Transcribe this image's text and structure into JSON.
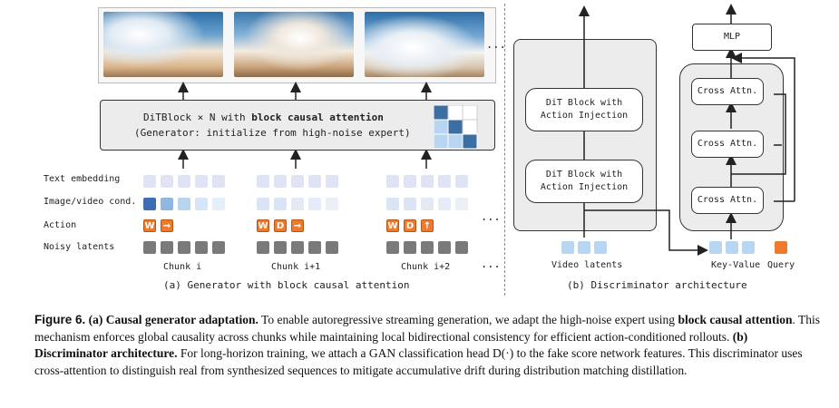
{
  "generator": {
    "block_text_prefix": "DiTBlock × N with ",
    "block_text_bold": "block causal attention",
    "block_subtext": "(Generator: initialize from high-noise expert)",
    "row_labels": [
      "Text embedding",
      "Image/video cond.",
      "Action",
      "Noisy latents"
    ],
    "chunks": [
      {
        "label": "Chunk i",
        "actions": [
          "W",
          "→"
        ]
      },
      {
        "label": "Chunk i+1",
        "actions": [
          "W",
          "D",
          "→"
        ]
      },
      {
        "label": "Chunk i+2",
        "actions": [
          "W",
          "D",
          "↑"
        ]
      }
    ],
    "ellipsis": "...",
    "subcaption": "(a) Generator with block causal attention"
  },
  "discriminator": {
    "dit_block_label": "DiT Block with\nAction Injection",
    "cross_attn_label": "Cross Attn.",
    "mlp_label": "MLP",
    "video_latents_label": "Video latents",
    "key_value_label": "Key-Value",
    "query_label": "Query",
    "subcaption": "(b) Discriminator architecture"
  },
  "caption": {
    "figure_label": "Figure 6.",
    "part_a_title": "(a) Causal generator adaptation.",
    "part_a_text_1": " To enable autoregressive streaming generation, we adapt the high-noise expert using ",
    "part_a_bold": "block causal attention",
    "part_a_text_2": ". This mechanism enforces global causality across chunks while maintaining local bidirectional consistency for efficient action-conditioned rollouts. ",
    "part_b_title": "(b) Discriminator architecture.",
    "part_b_text": " For long-horizon training, we attach a GAN classification head D(·) to the fake score network features. This discriminator uses cross-attention to distinguish real from synthesized sequences to mitigate accumulative drift during distribution matching distillation."
  },
  "colors": {
    "accent_orange": "#ee7a2e",
    "causal_blue": "#3c6ea3",
    "light_blue": "#b8d6f2",
    "panel_grey": "#ececec"
  }
}
